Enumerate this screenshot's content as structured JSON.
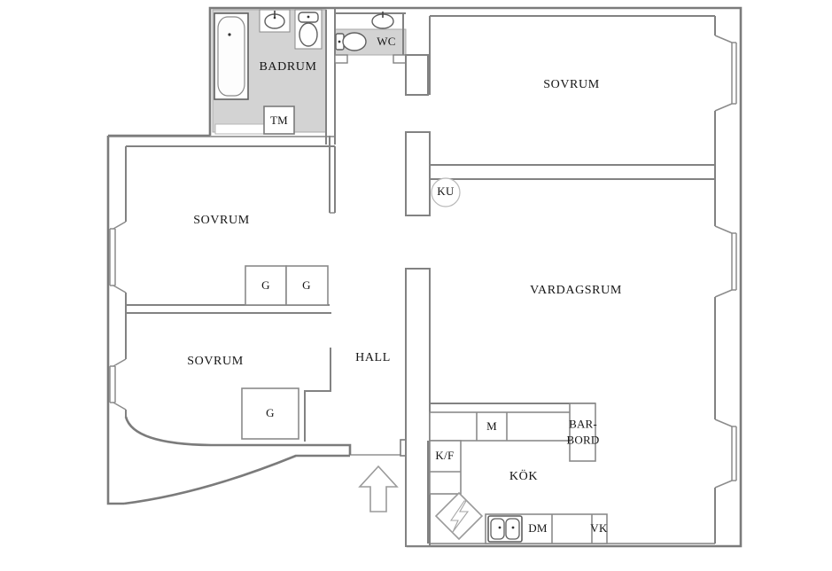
{
  "plan": {
    "rooms": {
      "badrum": "BADRUM",
      "wc": "WC",
      "sovrum_ne": "SOVRUM",
      "sovrum_w": "SOVRUM",
      "sovrum_sw": "SOVRUM",
      "vardagsrum": "VARDAGSRUM",
      "hall": "HALL",
      "kok": "KÖK"
    },
    "fixtures": {
      "tm": "TM",
      "ku": "KU",
      "g1": "G",
      "g2": "G",
      "g3": "G",
      "m": "M",
      "kf": "K/F",
      "dm": "DM",
      "vk": "VK",
      "barbord_line1": "BAR-",
      "barbord_line2": "BORD"
    },
    "colors": {
      "wall": "#7b7b7b",
      "wet_room_floor": "#d3d3d3",
      "fixture_outline": "#6e6e6e",
      "light_outline": "#9a9a9a",
      "text": "#151515",
      "background": "#ffffff"
    }
  }
}
